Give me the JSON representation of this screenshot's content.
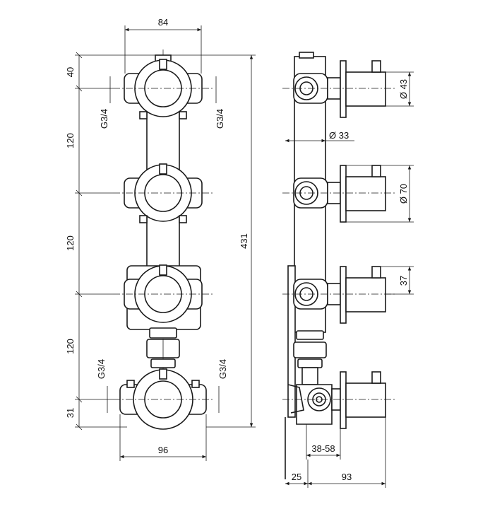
{
  "front_view": {
    "top_width": "84",
    "bottom_width": "96",
    "offset_top": "40",
    "spacing_1": "120",
    "spacing_2": "120",
    "spacing_3": "120",
    "offset_bottom": "31",
    "total_height": "431",
    "thread_top_left": "G3/4",
    "thread_top_right": "G3/4",
    "thread_bottom_left": "G3/4",
    "thread_bottom_right": "G3/4"
  },
  "side_view": {
    "knob_diameter": "Ø 43",
    "pipe_diameter": "Ø 33",
    "plate_diameter": "Ø 70",
    "knob_length": "37",
    "depth_range": "38-58",
    "wall_offset": "25",
    "projection": "93"
  }
}
